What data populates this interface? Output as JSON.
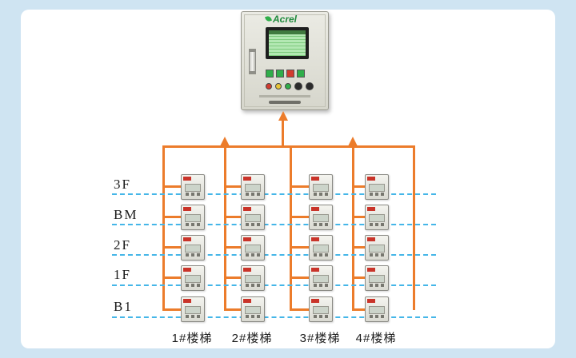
{
  "brand": {
    "name": "Acrel"
  },
  "floors": [
    {
      "label": "3F"
    },
    {
      "label": "BM"
    },
    {
      "label": "2F"
    },
    {
      "label": "1F"
    },
    {
      "label": "B1"
    }
  ],
  "stairs": [
    {
      "label": "1#楼梯"
    },
    {
      "label": "2#楼梯"
    },
    {
      "label": "3#楼梯"
    },
    {
      "label": "4#楼梯"
    }
  ],
  "colors": {
    "wire": "#ec7c2b",
    "floor_line": "#45b6e8",
    "brand_green": "#1f8a3d",
    "device_badge": "#c9342a",
    "background": "#cfe4f2",
    "panel": "#ffffff"
  }
}
